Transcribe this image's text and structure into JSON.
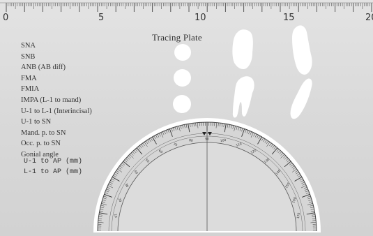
{
  "title": "Tracing Plate",
  "ruler": {
    "labels": [
      "0",
      "5",
      "10",
      "15",
      "20"
    ]
  },
  "measurements": [
    "SNA",
    "SNB",
    "ANB (AB diff)",
    "FMA",
    "FMIA",
    "IMPA (L-1 to mand)",
    "U-1 to L-1 (Interincisal)",
    "U-1 to SN",
    "Mand. p. to SN",
    "Occ. p. to SN",
    "Gonial angle"
  ],
  "measurements_mm": [
    "U-1 to AP (mm)",
    "L-1 to AP (mm)"
  ],
  "colors": {
    "plate": "#dcdcdc",
    "ink": "#333333",
    "cutout": "#ffffff"
  }
}
